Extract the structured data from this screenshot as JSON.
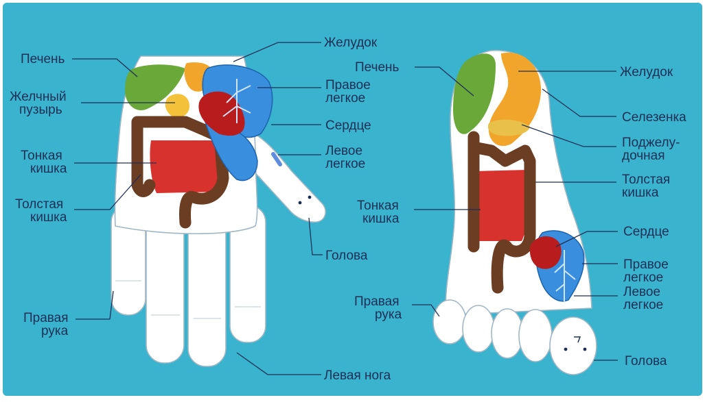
{
  "background_color": "#3ab3cf",
  "hand": {
    "labels": {
      "liver": "Печень",
      "gallbladder_1": "Желчный",
      "gallbladder_2": "пузырь",
      "small_int_1": "Тонкая",
      "small_int_2": "кишка",
      "large_int_1": "Толстая",
      "large_int_2": "кишка",
      "right_arm_1": "Правая",
      "right_arm_2": "рука",
      "stomach": "Желудок",
      "right_lung_1": "Правое",
      "right_lung_2": "легкое",
      "heart": "Сердце",
      "left_lung_1": "Левое",
      "left_lung_2": "легкое",
      "head": "Голова",
      "left_leg": "Левая нога"
    }
  },
  "foot": {
    "labels": {
      "liver": "Печень",
      "stomach": "Желудок",
      "spleen": "Селезенка",
      "pancreas_1": "Поджелу-",
      "pancreas_2": "дочная",
      "large_int_1": "Толстая",
      "large_int_2": "кишка",
      "small_int_1": "Тонкая",
      "small_int_2": "кишка",
      "heart": "Сердце",
      "right_lung_1": "Правое",
      "right_lung_2": "легкое",
      "left_lung_1": "Левое",
      "left_lung_2": "легкое",
      "right_arm_1": "Правая",
      "right_arm_2": "рука",
      "head": "Голова"
    }
  }
}
